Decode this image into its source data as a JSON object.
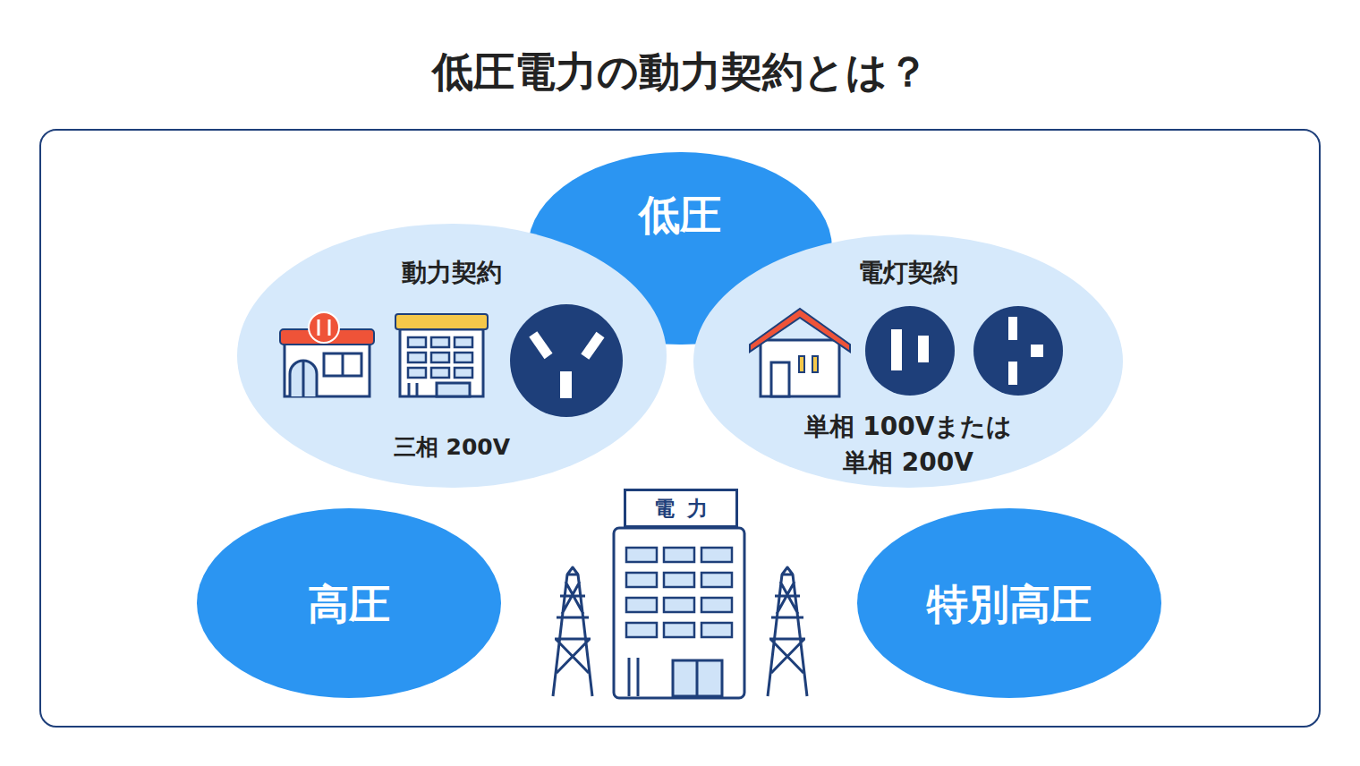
{
  "diagram": {
    "title": "低圧電力の動力契約とは？",
    "nodes": [
      {
        "text": [
          "低圧"
        ]
      },
      {
        "text": [
          "動力契約",
          "三相 200V"
        ]
      },
      {
        "text": [
          "電灯契約",
          "単相 100Vまたは 単相 200V"
        ]
      },
      {
        "text": [
          "高圧"
        ]
      },
      {
        "text": [
          "電力"
        ]
      },
      {
        "text": [
          "特別高圧"
        ]
      }
    ]
  }
}
